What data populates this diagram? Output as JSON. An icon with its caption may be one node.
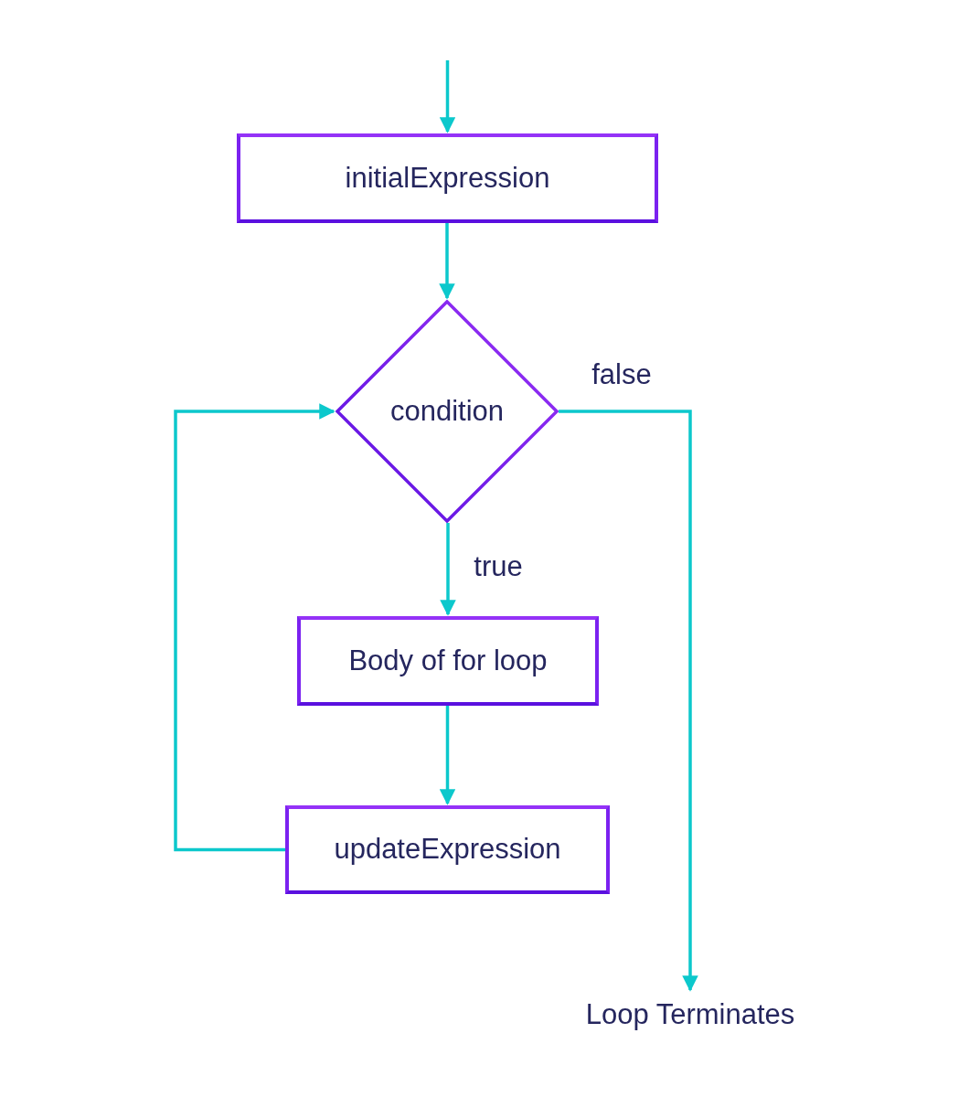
{
  "diagram": {
    "nodes": [
      {
        "text": [
          "initialExpression"
        ]
      },
      {
        "text": [
          "condition"
        ]
      },
      {
        "text": [
          "Body of for loop"
        ]
      },
      {
        "text": [
          "updateExpression"
        ]
      },
      {
        "text": [
          "Loop Terminates"
        ]
      }
    ],
    "edges": [
      {
        "from": null,
        "to": 0,
        "arrow": "to"
      },
      {
        "from": 0,
        "to": 1,
        "arrow": "to"
      },
      {
        "from": 1,
        "to": 2,
        "arrow": "to",
        "label": "true"
      },
      {
        "from": 2,
        "to": 3,
        "arrow": "to"
      },
      {
        "from": 3,
        "to": 1,
        "arrow": "to"
      },
      {
        "from": 1,
        "to": 4,
        "arrow": "to",
        "label": "false"
      }
    ]
  }
}
